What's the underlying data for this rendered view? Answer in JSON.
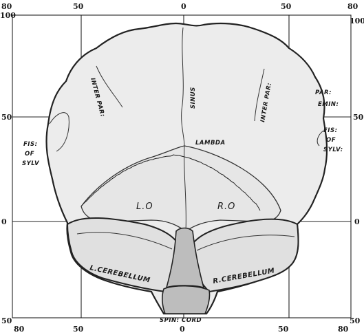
{
  "scale": {
    "top": [
      "80",
      "50",
      "0",
      "50",
      "80"
    ],
    "bottom": [
      "80",
      "50",
      "0",
      "50",
      "80"
    ],
    "left": [
      "100",
      "50",
      "0",
      "50"
    ],
    "right": [
      "100",
      "50",
      "0",
      "50"
    ]
  },
  "labels": {
    "sinus": "SINUS",
    "lambda": "LAMBDA",
    "inter_par_left": "INTER PAR:",
    "inter_par_right": "INTER PAR:",
    "par_emin_1": "PAR:",
    "par_emin_2": "EMIN:",
    "fis_left_1": "FIS:",
    "fis_left_2": "OF",
    "fis_left_3": "SYLV",
    "fis_right_1": "FIS:",
    "fis_right_2": "OF",
    "fis_right_3": "SYLV:",
    "left_occipital": "L.O",
    "right_occipital": "R.O",
    "left_cerebellum": "L.CEREBELLUM",
    "right_cerebellum": "R.CEREBELLUM",
    "spinal_cord": "SPIN: CORD"
  },
  "colors": {
    "ink": "#1a1a1a",
    "paper": "#ffffff",
    "brain_fill": "#ececec"
  }
}
